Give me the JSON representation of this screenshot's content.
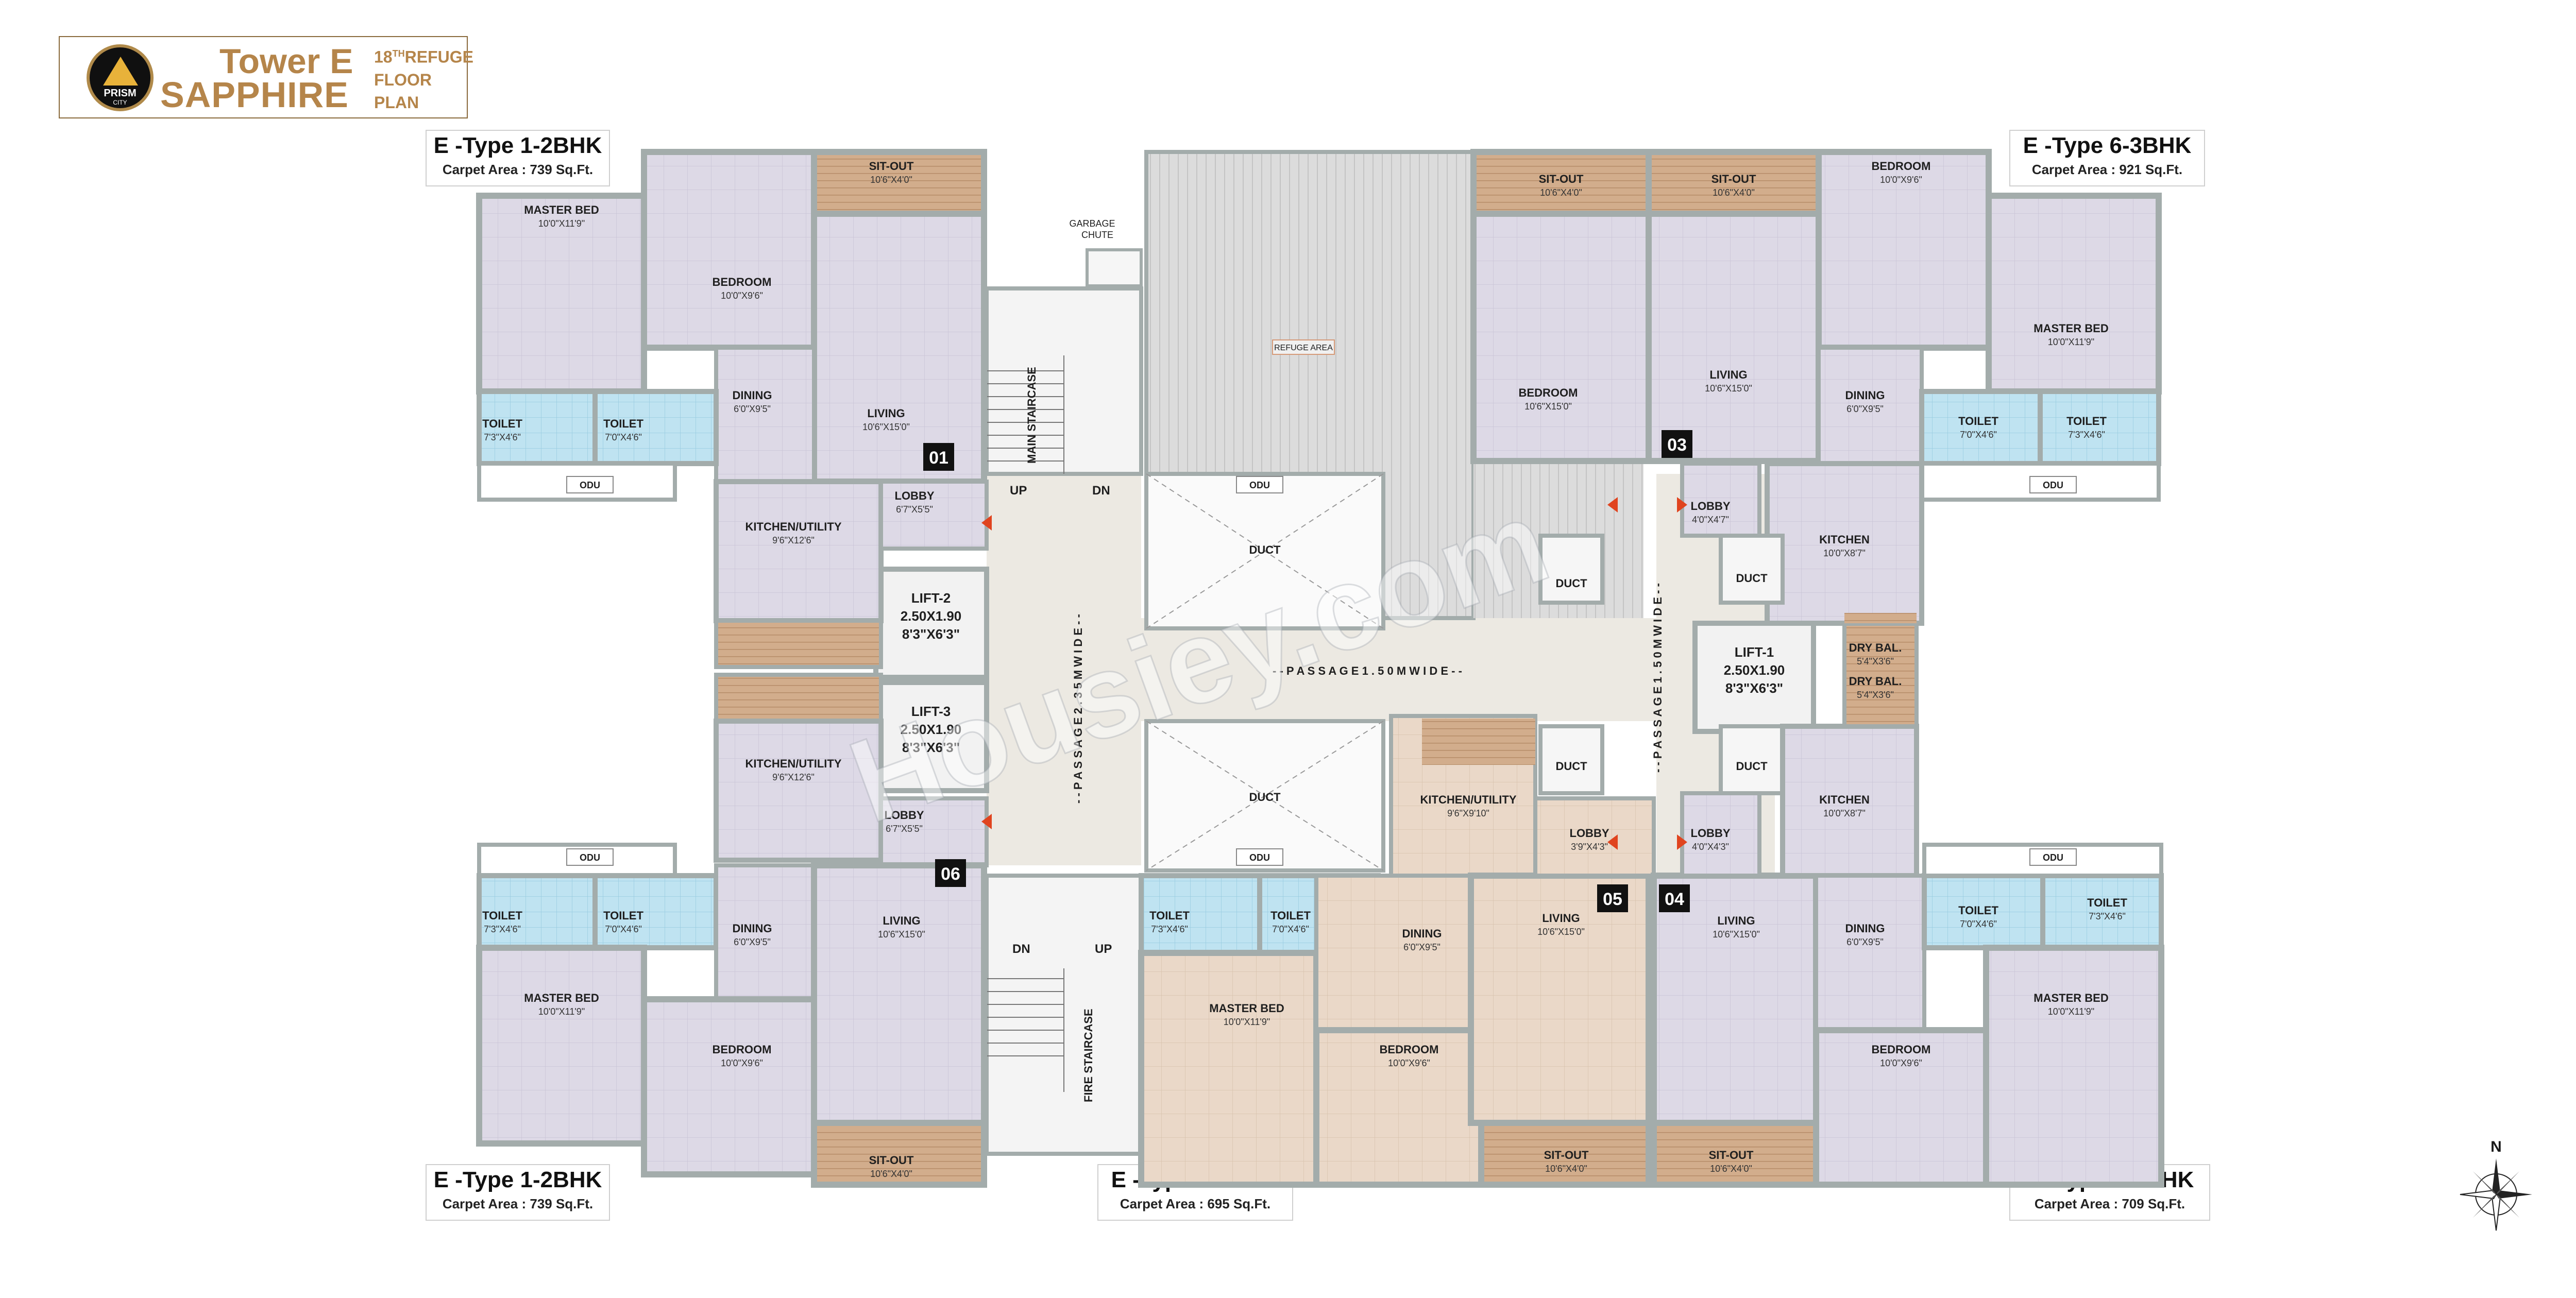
{
  "header": {
    "logo_text": "PRISM",
    "logo_sub": "CITY",
    "tower": "Tower E",
    "name": "SAPPHIRE",
    "floor_num": "18",
    "floor_sup": "TH",
    "floor_line1": "REFUGE",
    "floor_line2": "FLOOR",
    "floor_line3": "PLAN"
  },
  "unit_labels": [
    {
      "name": "E -Type 1-2BHK",
      "area": "Carpet Area : 739 Sq.Ft."
    },
    {
      "name": "E -Type 6-3BHK",
      "area": "Carpet Area : 921 Sq.Ft."
    },
    {
      "name": "E -Type 1-2BHK",
      "area": "Carpet Area : 739 Sq.Ft."
    },
    {
      "name": "E -Type 5-2BHK",
      "area": "Carpet Area : 695 Sq.Ft."
    },
    {
      "name": "E -Type 4-2BHK",
      "area": "Carpet Area : 709 Sq.Ft."
    }
  ],
  "flat_numbers": [
    "01",
    "03",
    "06",
    "05",
    "04"
  ],
  "rooms": {
    "master_bed": "MASTER BED",
    "bedroom": "BEDROOM",
    "living": "LIVING",
    "dining": "DINING",
    "toilet": "TOILET",
    "kitchen": "KITCHEN",
    "kitchen_utility": "KITCHEN/UTILITY",
    "lobby": "LOBBY",
    "sit_out": "SIT-OUT",
    "dry_bal": "DRY BAL.",
    "duct": "DUCT",
    "odu": "ODU",
    "refuge": "REFUGE AREA",
    "garbage": "GARBAGE",
    "chute": "CHUTE"
  },
  "dims": {
    "mb": "10'0\"X11'9\"",
    "br": "10'0\"X9'6\"",
    "br3": "10'6\"X15'0\"",
    "liv": "10'6\"X15'0\"",
    "din": "6'0\"X9'5\"",
    "t1": "7'3\"X4'6\"",
    "t2": "7'0\"X4'6\"",
    "ku": "9'6\"X12'6\"",
    "ku5": "9'6\"X9'10\"",
    "k": "10'0\"X8'7\"",
    "lob1": "6'7\"X5'5\"",
    "lob3": "4'0\"X4'7\"",
    "lob4": "4'0\"X4'3\"",
    "lob5": "3'9\"X4'3\"",
    "so": "10'6\"X4'0\"",
    "db": "5'4\"X3'6\""
  },
  "lifts": [
    {
      "name": "LIFT-2",
      "size": "2.50X1.90",
      "alt": "8'3\"X6'3\""
    },
    {
      "name": "LIFT-3",
      "size": "2.50X1.90",
      "alt": "8'3\"X6'3\""
    },
    {
      "name": "LIFT-1",
      "size": "2.50X1.90",
      "alt": "8'3\"X6'3\""
    }
  ],
  "stairs": {
    "main": "MAIN STAIRCASE",
    "fire": "FIRE STAIRCASE",
    "up": "UP",
    "dn": "DN"
  },
  "passages": {
    "left": "- - P A S S A G E 2 . 3 5 M W I D E - -",
    "middle": "- - P A S S A G E 1 . 5 0 M W I D E - -",
    "right": "- - P A S S A G E 1 . 5 0 M W I D E - -"
  },
  "watermark": "Housiey.com",
  "compass": {
    "north": "N"
  },
  "colors": {
    "wall": "#a3acab",
    "bedroom_fill": "#ddd9e6",
    "unit5_fill": "#ead8c8",
    "toilet_fill": "#bfe3f1",
    "wood": "#d2ad8c",
    "passage": "#eceae5",
    "brand": "#b5854a"
  }
}
